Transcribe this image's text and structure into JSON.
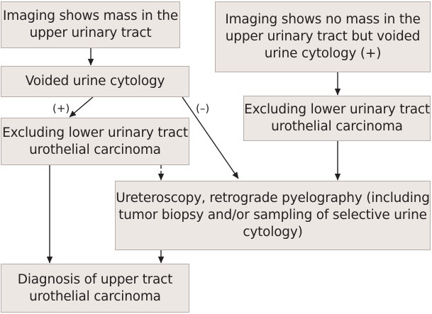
{
  "nodes": {
    "mass_upper_tract": {
      "text": "Imaging shows mass in the upper urinary tract"
    },
    "no_mass_cytology_positive": {
      "text": "Imaging shows no mass in the upper urinary tract but voided urine cytology (+)"
    },
    "voided_cytology": {
      "text": "Voided urine cytology"
    },
    "exclude_lower_right": {
      "text": "Excluding lower urinary tract urothelial carcinoma"
    },
    "exclude_lower_left": {
      "text": "Excluding lower urinary tract urothelial carcinoma"
    },
    "ureteroscopy": {
      "text": "Ureteroscopy, retrograde pyelography (including tumor biopsy and/or sampling of selective urine cytology)"
    },
    "diagnosis": {
      "text": "Diagnosis of upper tract urothelial carcinoma"
    }
  },
  "edge_labels": {
    "positive": "(+)",
    "negative": "(–)"
  },
  "colors": {
    "box_fill": "#ece7e3",
    "box_border": "#b6aca8",
    "line": "#231f20"
  }
}
